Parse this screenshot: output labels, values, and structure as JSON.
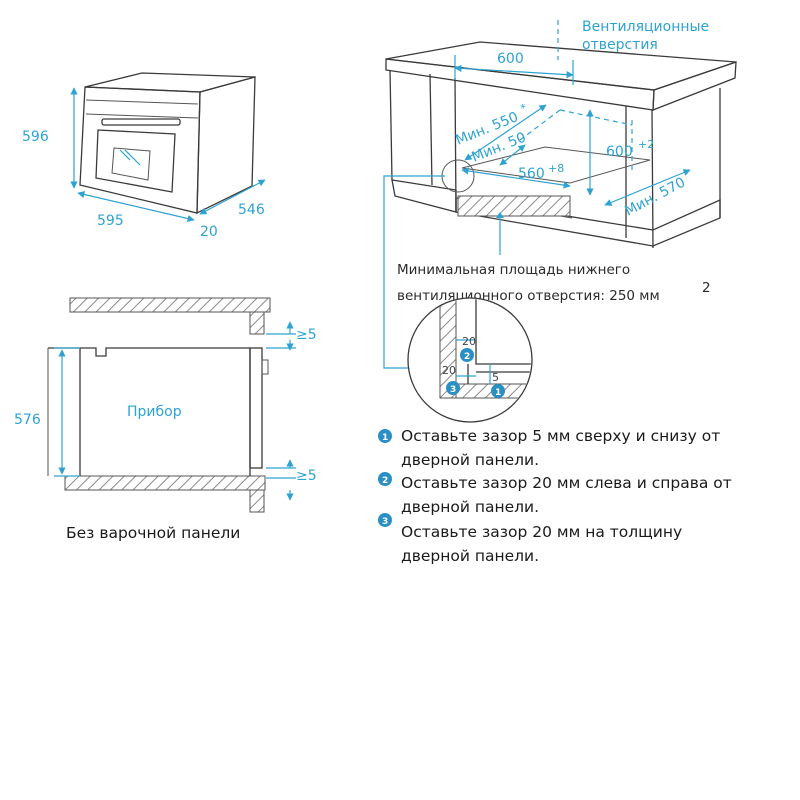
{
  "oven_dims": {
    "height": "596",
    "width": "595",
    "depth": "546",
    "door": "20"
  },
  "cabinet": {
    "vent_label_line1": "Вентиляционные",
    "vent_label_line2": "отверстия",
    "width": "600",
    "min_depth_top": "Мин. 550",
    "min_depth_top_sup": "*",
    "min_50": "Мин. 50",
    "height": "600",
    "height_tol": "+2",
    "inner_width": "560",
    "inner_width_tol": "+8",
    "min_570": "Мин. 570"
  },
  "vent_area": {
    "line1": "Минимальная площадь нижнего",
    "line2": "вентиляционного отверстия: 250 мм",
    "sup": "2"
  },
  "side_section": {
    "height": "576",
    "appliance_label": "Прибор",
    "gap_top": "≥5",
    "gap_bottom": "≥5",
    "caption": "Без варочной панели"
  },
  "detail": {
    "gap_20_top": "20",
    "gap_20_left": "20",
    "gap_5": "5",
    "badge1": "1",
    "badge2": "2",
    "badge3": "3"
  },
  "notes": [
    {
      "badge": "1",
      "line1": "Оставьте зазор 5 мм сверху и снизу от",
      "line2": "дверной панели."
    },
    {
      "badge": "2",
      "line1": "Оставьте зазор 20 мм слева и справа от",
      "line2": "дверной панели."
    },
    {
      "badge": "3",
      "line1": "Оставьте зазор 20 мм на толщину",
      "line2": "дверной панели."
    }
  ],
  "colors": {
    "accent": "#2ea3d1",
    "badge": "#2a8fc4",
    "hatch": "#8a8a8a"
  }
}
